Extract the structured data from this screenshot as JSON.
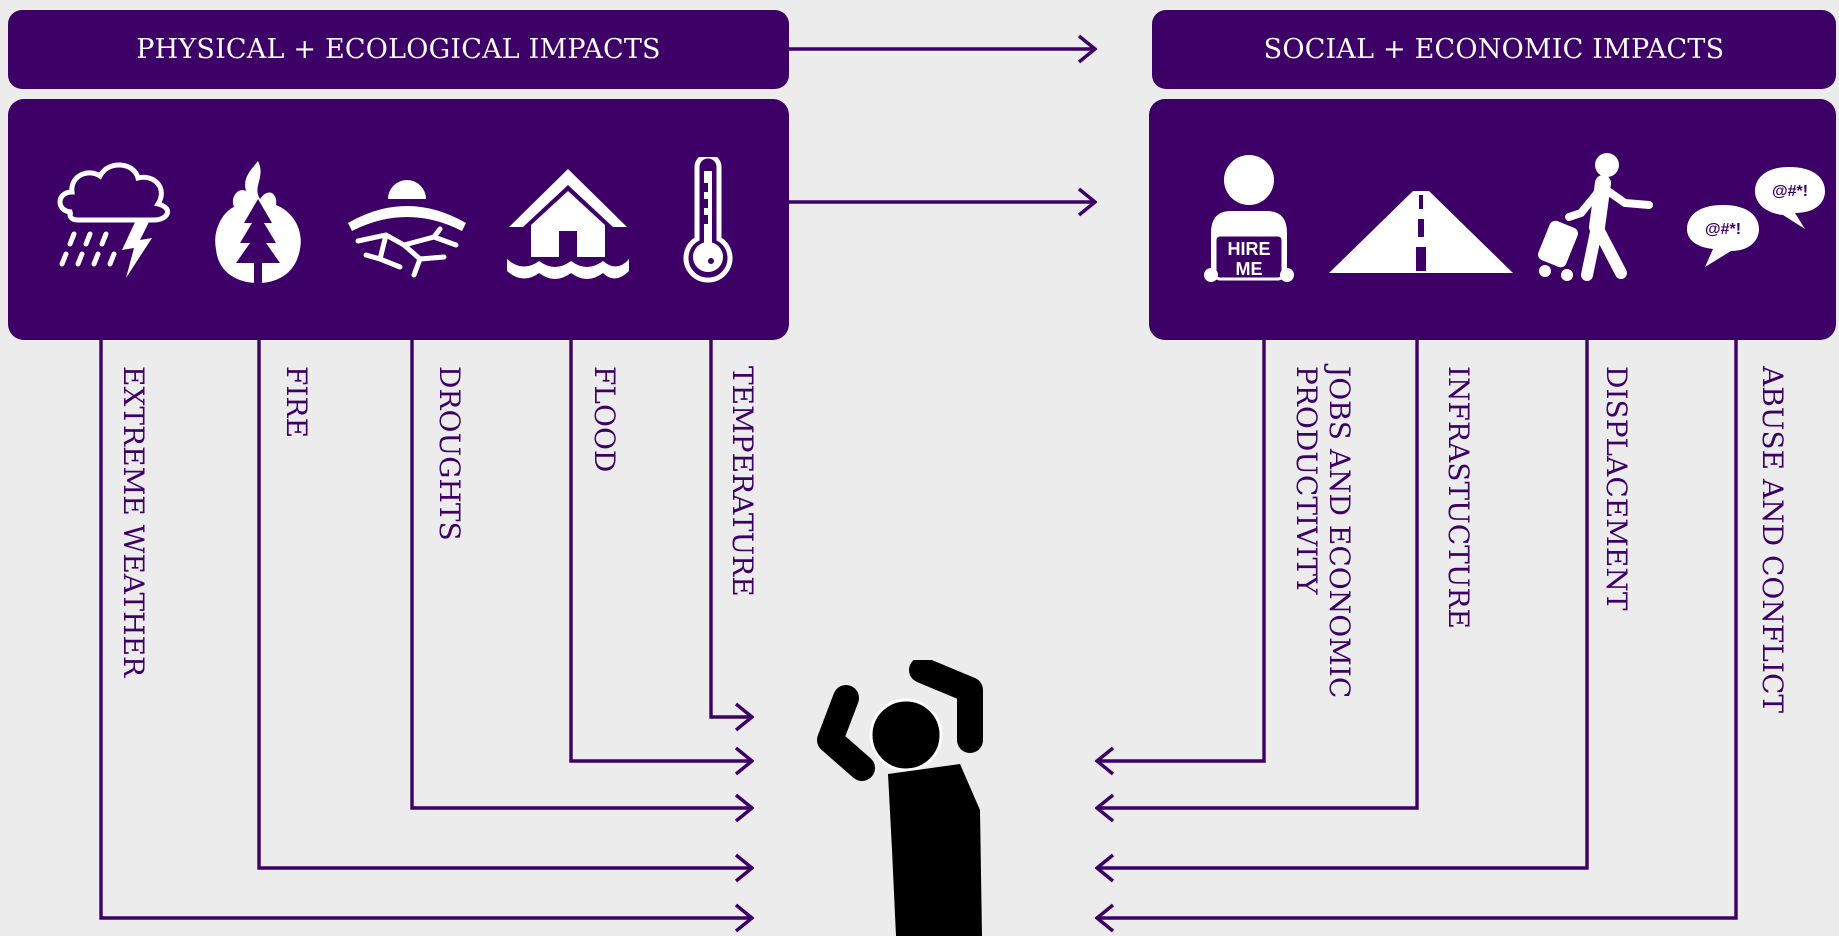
{
  "headers": {
    "left": "PHYSICAL + ECOLOGICAL IMPACTS",
    "right": "SOCIAL + ECONOMIC IMPACTS"
  },
  "physical_icons": [
    "storm-cloud-icon",
    "forest-fire-icon",
    "drought-icon",
    "flooded-house-icon",
    "thermometer-icon"
  ],
  "social_icons": [
    "hire-me-person-icon",
    "road-icon",
    "traveler-with-luggage-icon",
    "angry-speech-bubbles-icon"
  ],
  "hire_sign": {
    "line1": "HIRE",
    "line2": "ME"
  },
  "bubbles": {
    "text": "@#*!"
  },
  "physical_labels": {
    "extreme_weather": "EXTREME WEATHER",
    "fire": "FIRE",
    "droughts": "DROUGHTS",
    "flood": "FLOOD",
    "temperature": "TEMPERATURE"
  },
  "social_labels": {
    "jobs_line1": "JOBS AND ECONOMIC",
    "jobs_line2": "PRODUCTIVITY",
    "infrastructure": "INFRASTUCTURE",
    "displacement": "DISPLACEMENT",
    "abuse": "ABUSE AND CONFLICT"
  },
  "colors": {
    "primary": "#3d0066",
    "background": "#ececec",
    "figure": "#000000",
    "icon": "#ffffff"
  }
}
